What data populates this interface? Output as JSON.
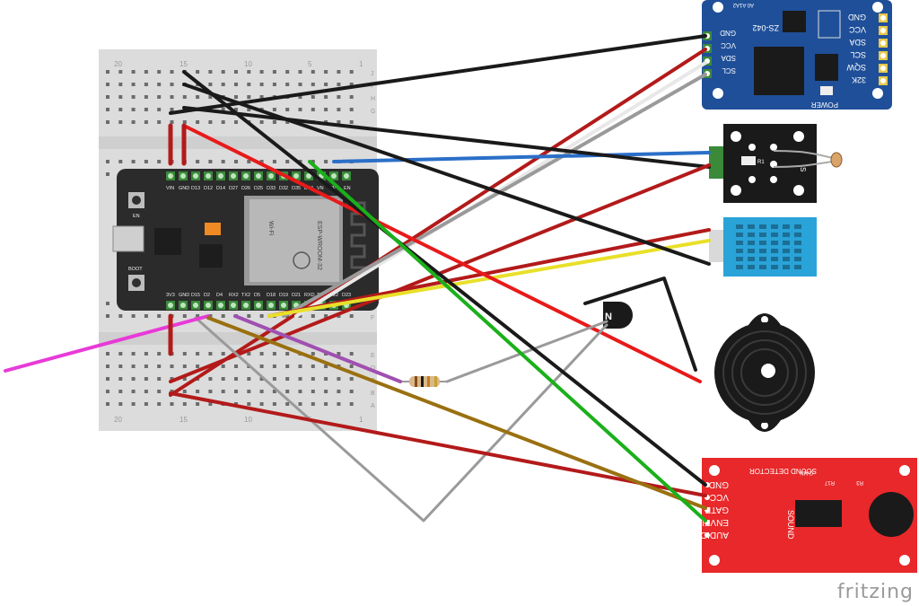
{
  "brand": "fritzing",
  "breadboard": {
    "column_numbers": [
      "20",
      "15",
      "10",
      "5",
      "1"
    ],
    "row_letters_top": [
      "J",
      "I",
      "H",
      "G",
      "F"
    ],
    "row_letters_bottom": [
      "E",
      "D",
      "C",
      "B",
      "A"
    ]
  },
  "esp32": {
    "top_pins": [
      "VIN",
      "GND",
      "D13",
      "D12",
      "D14",
      "D27",
      "D26",
      "D25",
      "D33",
      "D32",
      "D35",
      "D34",
      "VN",
      "VP",
      "EN"
    ],
    "bottom_pins": [
      "3V3",
      "GND",
      "D15",
      "D2",
      "D4",
      "RX2",
      "TX2",
      "D5",
      "D18",
      "D19",
      "D21",
      "RXD",
      "TXD",
      "D22",
      "D23"
    ],
    "module_text": [
      "ESP-WROOM-32",
      "Wi-Fi"
    ],
    "buttons": [
      "EN",
      "BOOT"
    ]
  },
  "rtc": {
    "model": "ZS-042",
    "address_label": "A0 A1A2",
    "left_pins": [
      "GND",
      "VCC",
      "SDA",
      "SCL"
    ],
    "right_pins": [
      "GND",
      "VCC",
      "SDA",
      "SCL",
      "SQW",
      "32K"
    ],
    "power_label": "POWER"
  },
  "ldr": {
    "labels": [
      "S",
      "-"
    ],
    "resistor_label": "R1",
    "side_label": "S"
  },
  "sound_detector": {
    "title": "SOUND DETECTOR",
    "pins": [
      "GND",
      "VCC",
      "GATE",
      "ENVELOPE",
      "AUDIO"
    ],
    "extra": [
      "SOUND",
      "GAIN",
      "R17",
      "R3"
    ]
  }
}
